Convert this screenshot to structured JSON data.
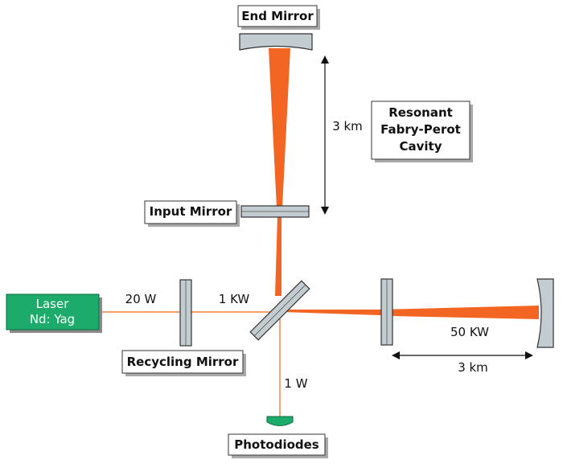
{
  "labels": {
    "end_mirror": "End Mirror",
    "input_mirror": "Input Mirror",
    "recycling_mirror": "Recycling Mirror",
    "photodiodes": "Photodiodes",
    "cavity": [
      "Resonant",
      "Fabry-Perot",
      "Cavity"
    ],
    "laser": [
      "Laser",
      "Nd: Yag"
    ],
    "power_laser": "20 W",
    "power_recycled": "1 KW",
    "power_arm": "50 KW",
    "power_output": "1 W",
    "length_vertical": "3 km",
    "length_horizontal": "3 km"
  },
  "colors": {
    "beam": "#f26522",
    "laser_fill": "#1dab6b",
    "photodiode_fill": "#1dab6b",
    "mirror_fill": "#c3ccd0",
    "label_box_shadow": "#a9a9a9"
  }
}
